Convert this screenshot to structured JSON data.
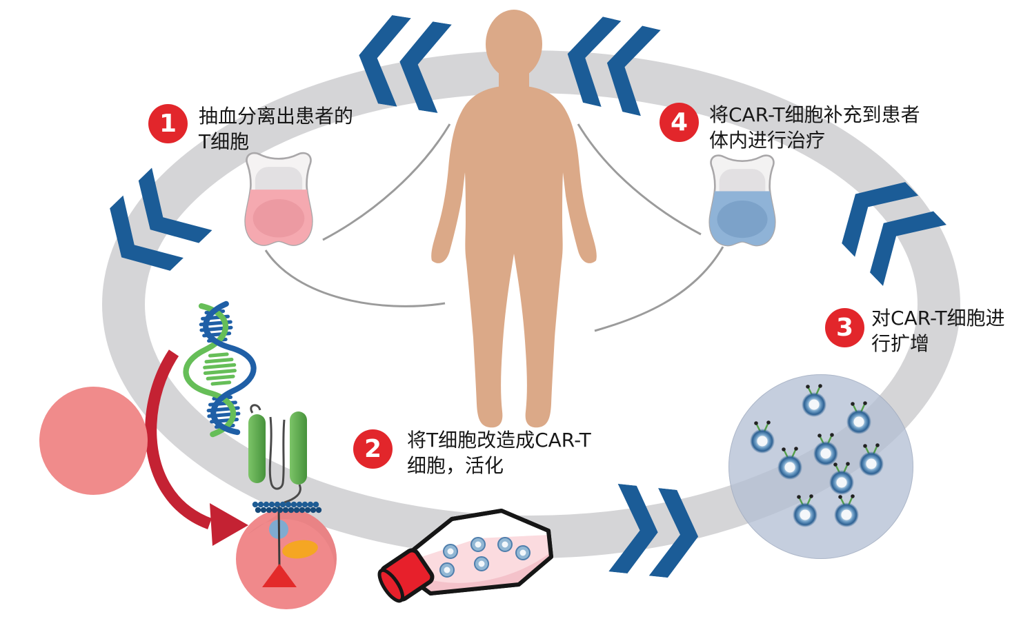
{
  "diagram_type": "car-t-cell-therapy-cycle",
  "steps": [
    {
      "number": "1",
      "line1": "抽血分离出患者的",
      "line2": "T细胞"
    },
    {
      "number": "2",
      "line1": "将T细胞改造成CAR-T",
      "line2": "细胞，活化"
    },
    {
      "number": "3",
      "line1": "对CAR-T细胞进",
      "line2": "行扩增"
    },
    {
      "number": "4",
      "line1": "将CAR-T细胞补充到患者",
      "line2": "体内进行治疗"
    }
  ],
  "colors": {
    "step_badge_red": "#e2262b",
    "chevron_blue": "#1b5c97",
    "cycle_ring_gray": "#d5d5d7",
    "skin_tone": "#dba988",
    "dna_blue": "#1f5fa6",
    "dna_green": "#66be58",
    "curved_arrow_red": "#c42233",
    "t_cell_pink": "#f08b8b",
    "blood_bag_pink_fluid": "#f5a9b0",
    "blood_bag_blue_fluid": "#8fb3d7",
    "flask_cap_red": "#e7202b",
    "expansion_circle_fill": "#b2becd"
  },
  "icons": {
    "patient-figure": "svg-silhouette",
    "blood-bag-pink-icon": "svg-shape",
    "blood-bag-blue-icon": "svg-shape",
    "double-chevron-icon": "svg-polygons",
    "dna-helix-icon": "svg-paths",
    "curved-arrow-icon": "svg-path",
    "t-cell-icon": "css-circle",
    "car-t-cell-icon": "svg-group",
    "culture-flask-icon": "svg-group",
    "cell-expansion-icon": "svg-group"
  }
}
